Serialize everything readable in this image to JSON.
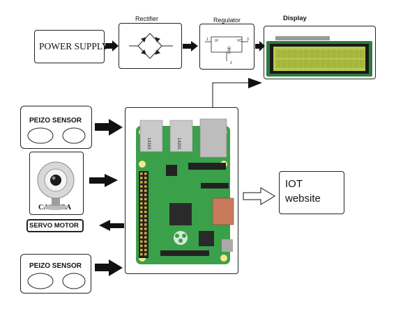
{
  "blocks": {
    "power_supply": "POWER SUPPLY",
    "rectifier": "Rectifier",
    "regulator": "Regulator",
    "display": "Display",
    "peizo_sensor_top": "PEIZO SENSOR",
    "camera": "CAMERA",
    "servo_motor": "SERVO MOTOR",
    "peizo_sensor_bottom": "PEIZO SENSOR",
    "iot_website_line1": "IOT",
    "iot_website_line2": "website"
  },
  "regulator_pins": {
    "vi": "VI",
    "vo": "VO",
    "gnd": "GND",
    "pin1": "1",
    "pin2": "2",
    "pin3": "3"
  },
  "board_chip_labels": {
    "usb_left": "14163",
    "usb_right": "14202"
  },
  "colors": {
    "board_green": "#3aa04a",
    "board_dark": "#2b7a37",
    "lcd_green": "#b7c94c",
    "arrow_black": "#111111"
  }
}
